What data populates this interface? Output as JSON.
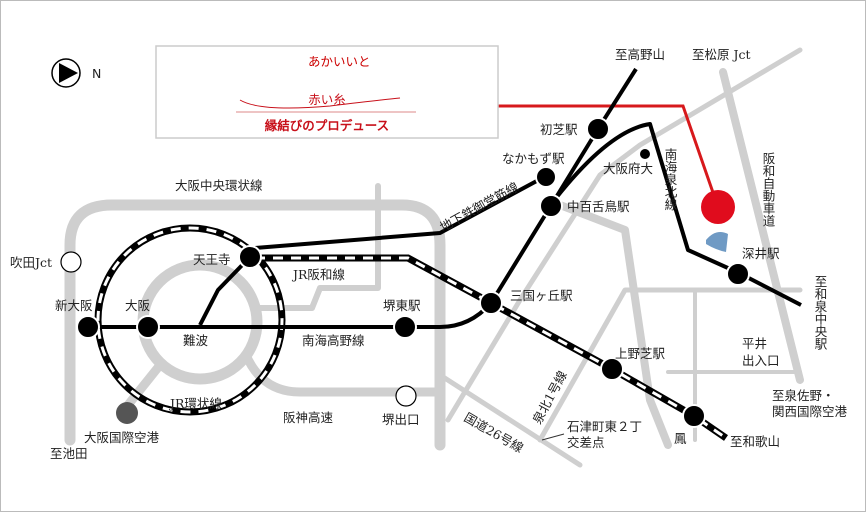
{
  "colors": {
    "accent": "#d7191c",
    "road": "#cfcfcf",
    "marker_blue": "#6f9ac4",
    "airport": "#555555"
  },
  "compass": {
    "label": "N"
  },
  "logo": {
    "ruby": "あかいいと",
    "title": "赤い糸",
    "subtitle": "縁結びのプロデュース"
  },
  "roads": {
    "chuo_loop": "大阪中央環状線",
    "hanwa_expressway": "阪和自動車道",
    "hanshin_expressway": "阪神高速",
    "route26": "国道26号線",
    "senboku1": "泉北1号線"
  },
  "railways": {
    "midosuji": "地下鉄御堂筋線",
    "jr_hanwa": "JR阪和線",
    "jr_loop": "JR環状線",
    "nankai_koya": "南海高野線",
    "nankai_senboku": "南海泉北線"
  },
  "stations": {
    "tennoji": "天王寺",
    "shin_osaka": "新大阪",
    "osaka": "大阪",
    "namba": "難波",
    "sakaihigashi": "堺東駅",
    "mikunigaoka": "三国ヶ丘駅",
    "uenoshiba": "上野芝駅",
    "otori": "鳳",
    "nakamozu_subway": "なかもず駅",
    "nakamozu": "中百舌鳥駅",
    "hatsushiba": "初芝駅",
    "fukai": "深井駅",
    "osaka_pref_univ": "大阪府大"
  },
  "places": {
    "suita_jct": "吹田Jct",
    "itami_airport": "大阪国際空港",
    "to_ikeda": "至池田",
    "sakai_exit": "堺出口",
    "to_koyasan": "至高野山",
    "to_matsubara": "至松原 Jct",
    "to_izumichuo": "至和泉中央駅",
    "hirai_exit_1": "平井",
    "hirai_exit_2": "出入口",
    "to_izumisano_1": "至泉佐野・",
    "to_izumisano_2": "関西国際空港",
    "to_wakayama": "至和歌山",
    "ishizu_1": "石津町東２丁",
    "ishizu_2": "交差点"
  }
}
